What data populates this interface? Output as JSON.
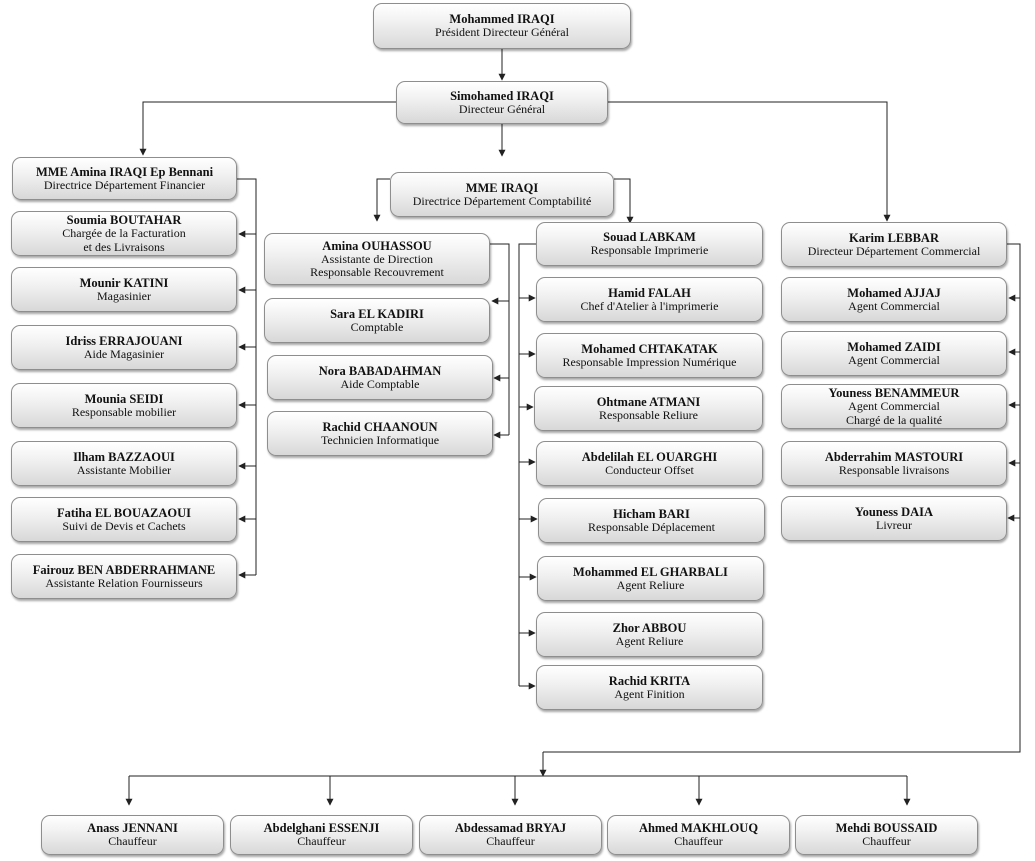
{
  "chart": {
    "ceo": {
      "name": "Mohammed IRAQI",
      "role": [
        "Président Directeur Général"
      ]
    },
    "dg": {
      "name": "Simohamed IRAQI",
      "role": [
        "Directeur Général"
      ]
    },
    "finance": {
      "head": {
        "name": "MME Amina IRAQI Ep Bennani",
        "role": [
          "Directrice Département Financier"
        ]
      },
      "staff": [
        {
          "name": "Soumia BOUTAHAR",
          "role": [
            "Chargée de la Facturation",
            "et des Livraisons"
          ]
        },
        {
          "name": "Mounir KATINI",
          "role": [
            "Magasinier"
          ]
        },
        {
          "name": "Idriss ERRAJOUANI",
          "role": [
            "Aide Magasinier"
          ]
        },
        {
          "name": "Mounia SEIDI",
          "role": [
            "Responsable mobilier"
          ]
        },
        {
          "name": "Ilham BAZZAOUI",
          "role": [
            "Assistante Mobilier"
          ]
        },
        {
          "name": "Fatiha EL BOUAZAOUI",
          "role": [
            "Suivi de Devis et Cachets"
          ]
        },
        {
          "name": "Fairouz BEN ABDERRAHMANE",
          "role": [
            "Assistante Relation Fournisseurs"
          ]
        }
      ]
    },
    "accounting": {
      "head": {
        "name": "MME IRAQI",
        "role": [
          "Directrice Département Comptabilité"
        ]
      },
      "staff": [
        {
          "name": "Amina OUHASSOU",
          "role": [
            "Assistante de Direction",
            "Responsable Recouvrement"
          ]
        },
        {
          "name": "Sara EL KADIRI",
          "role": [
            "Comptable"
          ]
        },
        {
          "name": "Nora BABADAHMAN",
          "role": [
            "Aide Comptable"
          ]
        },
        {
          "name": "Rachid CHAANOUN",
          "role": [
            "Technicien Informatique"
          ]
        }
      ]
    },
    "printing": {
      "head": {
        "name": "Souad LABKAM",
        "role": [
          "Responsable Imprimerie"
        ]
      },
      "staff": [
        {
          "name": "Hamid FALAH",
          "role": [
            "Chef d'Atelier à l'imprimerie"
          ]
        },
        {
          "name": "Mohamed CHTAKATAK",
          "role": [
            "Responsable Impression Numérique"
          ]
        },
        {
          "name": "Ohtmane ATMANI",
          "role": [
            "Responsable Reliure"
          ]
        },
        {
          "name": "Abdelilah EL OUARGHI",
          "role": [
            "Conducteur Offset"
          ]
        },
        {
          "name": "Hicham BARI",
          "role": [
            "Responsable Déplacement"
          ]
        },
        {
          "name": "Mohammed EL GHARBALI",
          "role": [
            "Agent Reliure"
          ]
        },
        {
          "name": "Zhor ABBOU",
          "role": [
            "Agent Reliure"
          ]
        },
        {
          "name": "Rachid KRITA",
          "role": [
            "Agent Finition"
          ]
        }
      ]
    },
    "commercial": {
      "head": {
        "name": "Karim LEBBAR",
        "role": [
          "Directeur Département Commercial"
        ]
      },
      "staff": [
        {
          "name": "Mohamed AJJAJ",
          "role": [
            "Agent Commercial"
          ]
        },
        {
          "name": "Mohamed ZAIDI",
          "role": [
            "Agent Commercial"
          ]
        },
        {
          "name": "Youness BENAMMEUR",
          "role": [
            "Agent Commercial",
            "Chargé de la qualité"
          ]
        },
        {
          "name": "Abderrahim MASTOURI",
          "role": [
            "Responsable livraisons"
          ]
        },
        {
          "name": "Youness DAIA",
          "role": [
            "Livreur"
          ]
        }
      ]
    },
    "drivers": [
      {
        "name": "Anass JENNANI",
        "role": [
          "Chauffeur"
        ]
      },
      {
        "name": "Abdelghani ESSENJI",
        "role": [
          "Chauffeur"
        ]
      },
      {
        "name": "Abdessamad BRYAJ",
        "role": [
          "Chauffeur"
        ]
      },
      {
        "name": "Ahmed MAKHLOUQ",
        "role": [
          "Chauffeur"
        ]
      },
      {
        "name": "Mehdi BOUSSAID",
        "role": [
          "Chauffeur"
        ]
      }
    ]
  }
}
